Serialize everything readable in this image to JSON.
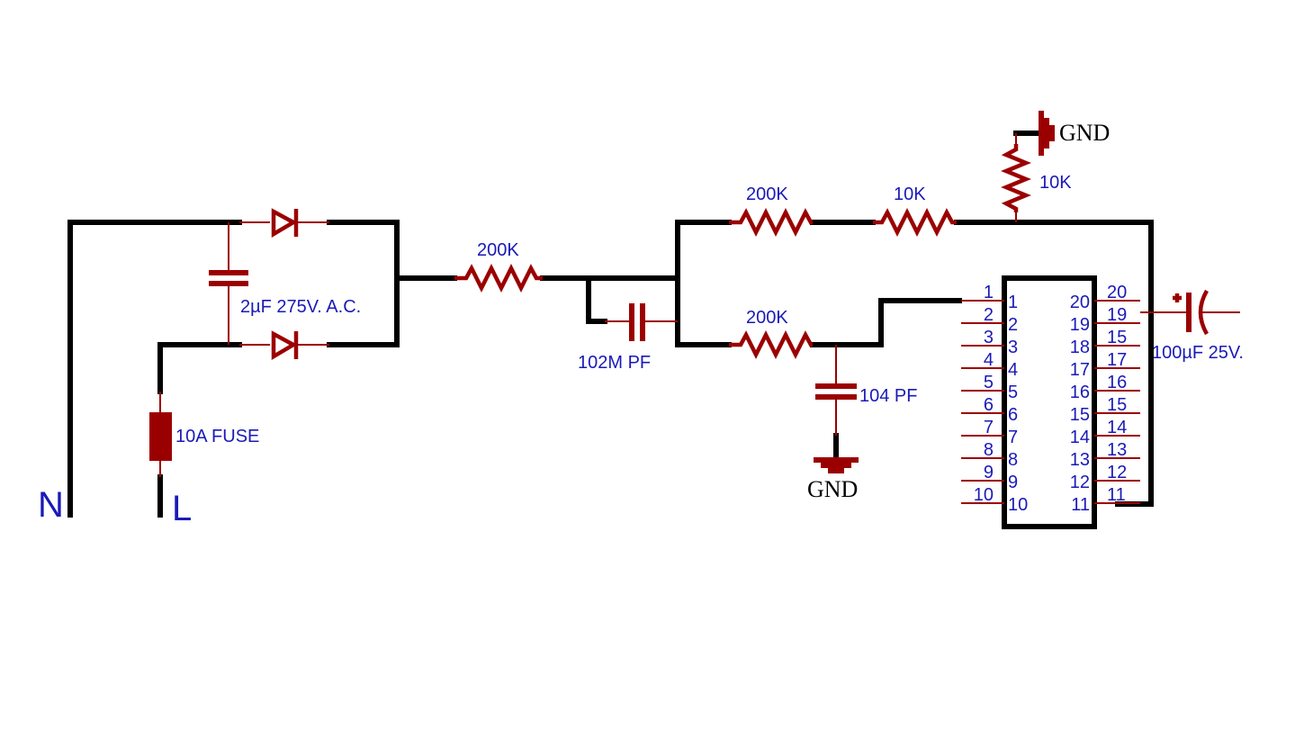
{
  "terminals": {
    "neutral": "N",
    "line": "L"
  },
  "fuse": {
    "label": "10A FUSE"
  },
  "bridge_capacitor": {
    "label": "2µF 275V. A.C."
  },
  "input_resistor": {
    "label": "200K"
  },
  "coupling_capacitor": {
    "label": "102M PF"
  },
  "top_resistor_a": {
    "label": "200K"
  },
  "top_resistor_b": {
    "label": "10K"
  },
  "pullup_resistor": {
    "label": "10K"
  },
  "bottom_resistor": {
    "label": "200K"
  },
  "filter_capacitor": {
    "label": "104 PF"
  },
  "output_capacitor": {
    "label": "100µF 25V."
  },
  "ground_top": {
    "label": "GND"
  },
  "ground_bottom": {
    "label": "GND"
  },
  "ic": {
    "left_pins": [
      "1",
      "2",
      "3",
      "4",
      "5",
      "6",
      "7",
      "8",
      "9",
      "10"
    ],
    "left_pin_outer_labels": [
      "1",
      "2",
      "3",
      "4",
      "5",
      "6",
      "7",
      "8",
      "9",
      "10"
    ],
    "right_pins": [
      "20",
      "19",
      "18",
      "17",
      "16",
      "15",
      "14",
      "13",
      "12",
      "11"
    ],
    "right_pin_outer_labels": [
      "20",
      "19",
      "15",
      "17",
      "16",
      "15",
      "14",
      "13",
      "12",
      "11"
    ]
  }
}
